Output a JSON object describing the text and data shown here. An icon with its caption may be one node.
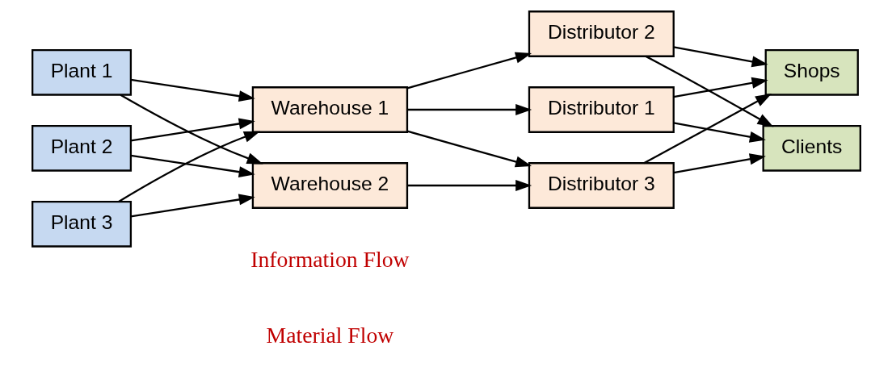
{
  "diagram": {
    "nodes": [
      {
        "text": [
          "Plant 1"
        ]
      },
      {
        "text": [
          "Plant 2"
        ]
      },
      {
        "text": [
          "Plant 3"
        ]
      },
      {
        "text": [
          "Warehouse 1"
        ]
      },
      {
        "text": [
          "Warehouse 2"
        ]
      },
      {
        "text": [
          "Distributor 1"
        ]
      },
      {
        "text": [
          "Distributor 2"
        ]
      },
      {
        "text": [
          "Distributor 3"
        ]
      },
      {
        "text": [
          "Shops"
        ]
      },
      {
        "text": [
          "Clients"
        ]
      }
    ],
    "edges": [
      {
        "from": 0,
        "to": 3,
        "arrow": "to"
      },
      {
        "from": 0,
        "to": 4,
        "arrow": "to"
      },
      {
        "from": 1,
        "to": 3,
        "arrow": "to"
      },
      {
        "from": 1,
        "to": 4,
        "arrow": "to"
      },
      {
        "from": 2,
        "to": 3,
        "arrow": "to"
      },
      {
        "from": 2,
        "to": 4,
        "arrow": "to"
      },
      {
        "from": 3,
        "to": 5,
        "arrow": "to"
      },
      {
        "from": 3,
        "to": 6,
        "arrow": "to"
      },
      {
        "from": 3,
        "to": 7,
        "arrow": "to"
      },
      {
        "from": 4,
        "to": 7,
        "arrow": "to"
      },
      {
        "from": 5,
        "to": 8,
        "arrow": "to"
      },
      {
        "from": 5,
        "to": 9,
        "arrow": "to"
      },
      {
        "from": 6,
        "to": 8,
        "arrow": "to"
      },
      {
        "from": 6,
        "to": 9,
        "arrow": "to"
      },
      {
        "from": 7,
        "to": 8,
        "arrow": "to"
      },
      {
        "from": 7,
        "to": 9,
        "arrow": "to"
      }
    ],
    "labels": [
      "Material Flow",
      "Information Flow"
    ]
  }
}
